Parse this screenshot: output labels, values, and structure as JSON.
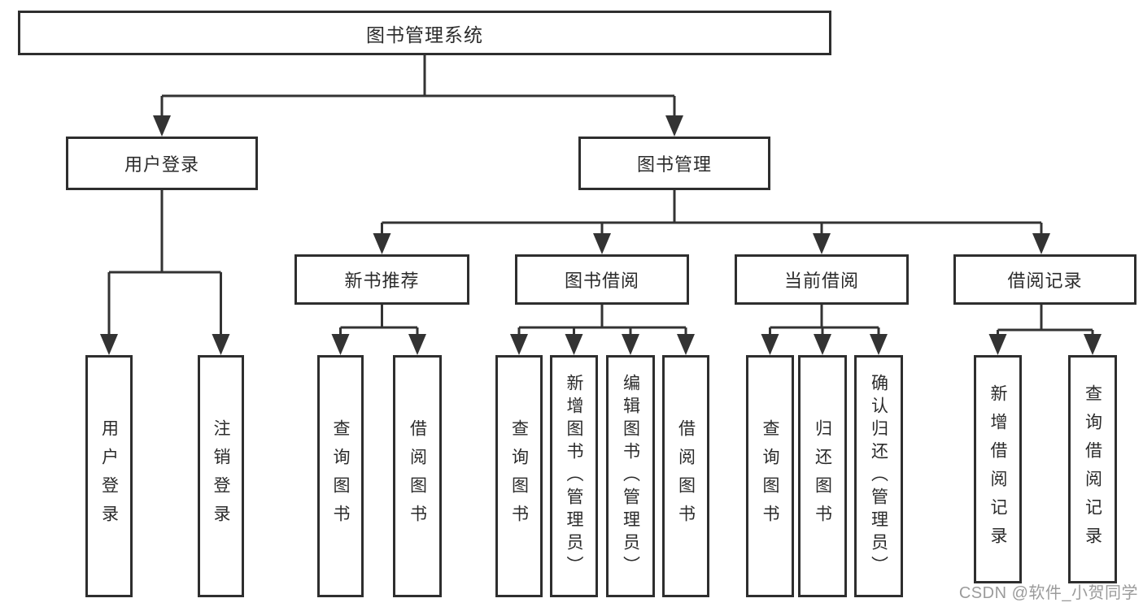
{
  "diagram": {
    "colors": {
      "line": "#333333",
      "box_border": "#2e2e2e",
      "text": "#2b2b2b",
      "watermark": "#9b9b9b"
    },
    "nodes": {
      "root": "图书管理系统",
      "user_login": "用户登录",
      "book_mgmt": "图书管理",
      "new_book": "新书推荐",
      "book_borrow": "图书借阅",
      "current_borrow": "当前借阅",
      "borrow_records": "借阅记录",
      "leaves": [
        "用户登录",
        "注销登录",
        "查询图书",
        "借阅图书",
        "查询图书",
        "新增图书（管理员）",
        "编辑图书（管理员）",
        "借阅图书",
        "查询图书",
        "归还图书",
        "确认归还（管理员）",
        "新增借阅记录",
        "查询借阅记录"
      ]
    },
    "watermark": "CSDN @软件_小贺同学"
  }
}
